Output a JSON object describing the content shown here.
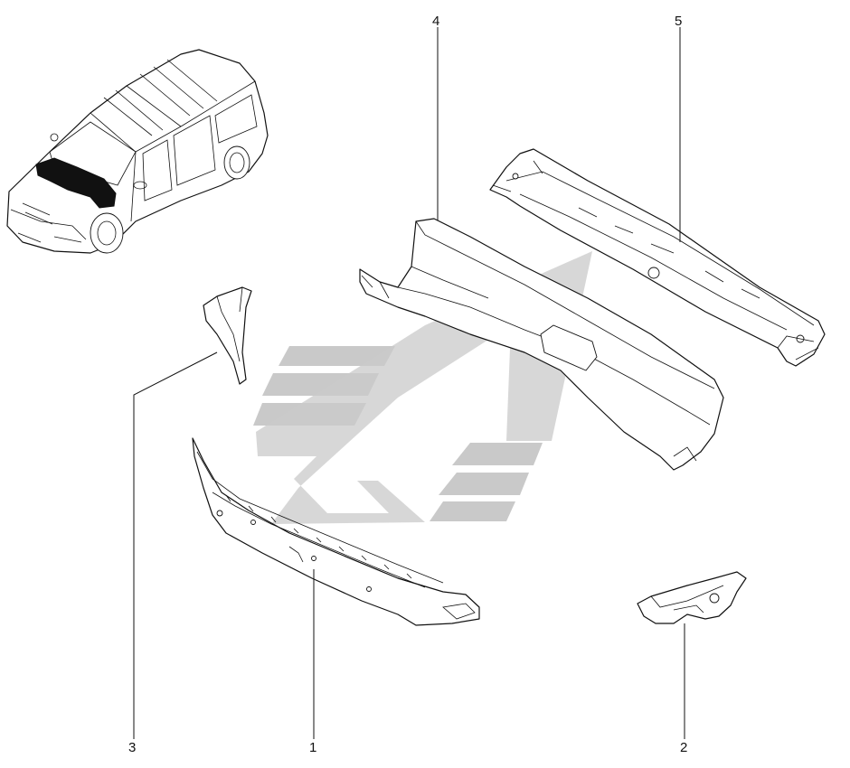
{
  "diagram": {
    "callouts": [
      {
        "id": "1",
        "label": "1"
      },
      {
        "id": "2",
        "label": "2"
      },
      {
        "id": "3",
        "label": "3"
      },
      {
        "id": "4",
        "label": "4"
      },
      {
        "id": "5",
        "label": "5"
      }
    ],
    "colors": {
      "line": "#111111",
      "watermark": "#c9c9c9",
      "highlight": "#111111",
      "background": "#ffffff"
    }
  }
}
